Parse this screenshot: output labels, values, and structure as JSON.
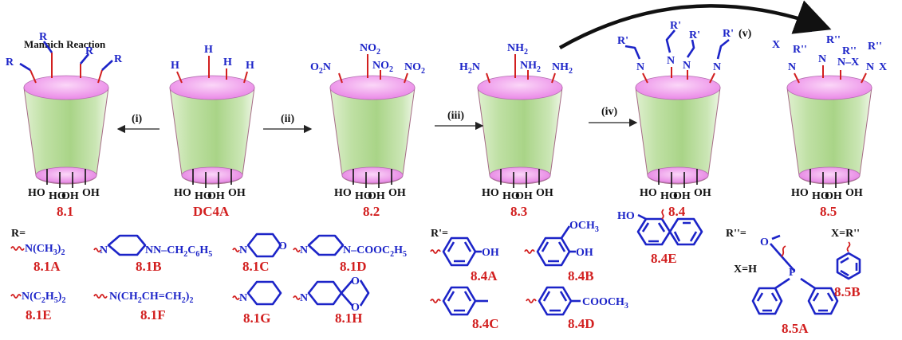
{
  "title": "Mannich Reaction",
  "steps": [
    "(i)",
    "(ii)",
    "(iii)",
    "(iv)",
    "(v)"
  ],
  "compounds": {
    "c81": "8.1",
    "dc4a": "DC4A",
    "c82": "8.2",
    "c83": "8.3",
    "c84": "8.4",
    "c85": "8.5"
  },
  "groups": {
    "R": "R",
    "H": "H",
    "NO2": "NO",
    "NO2sub": "2",
    "O2N": "O",
    "O2Nsub": "2",
    "N": "N",
    "H2N": "H",
    "H2Nsub": "2",
    "NH2": "NH",
    "NH2sub": "2",
    "Rp": "R'",
    "Rpp": "R''",
    "X": "X",
    "HO": "HO",
    "OH": "OH",
    "NX": "N–X"
  },
  "legend": {
    "r_eq": "R=",
    "rp_eq": "R'=",
    "rpp_eq": "R''=",
    "x_eq_rpp": "X=R''",
    "x_eq_h": "X=H",
    "a81A_pre": "N(CH",
    "a81A_s1": "3",
    "a81A_post": ")",
    "a81A_s2": "2",
    "a81B_text": "N–CH",
    "a81B_s1": "2",
    "a81B_mid": "C",
    "a81B_s2": "6",
    "a81B_post": "H",
    "a81B_s3": "5",
    "a81D_text": "N–COOC",
    "a81D_s1": "2",
    "a81D_post": "H",
    "a81D_s2": "5",
    "a81E_pre": "N(C",
    "a81E_s1": "2",
    "a81E_mid": "H",
    "a81E_s2": "5",
    "a81E_post": ")",
    "a81E_s3": "2",
    "a81F_pre": "N(CH",
    "a81F_s1": "2",
    "a81F_mid": "CH=CH",
    "a81F_s2": "2",
    "a81F_post": ")",
    "a81F_s3": "2",
    "och3_pre": "OCH",
    "och3_s": "3",
    "cooch3_pre": "COOCH",
    "cooch3_s": "3",
    "atom_N": "N",
    "atom_O": "O",
    "atom_P": "P",
    "atom_OH": "OH",
    "atom_HO": "HO",
    "l81A": "8.1A",
    "l81B": "8.1B",
    "l81C": "8.1C",
    "l81D": "8.1D",
    "l81E": "8.1E",
    "l81F": "8.1F",
    "l81G": "8.1G",
    "l81H": "8.1H",
    "l84A": "8.4A",
    "l84B": "8.4B",
    "l84C": "8.4C",
    "l84D": "8.4D",
    "l84E": "8.4E",
    "l85A": "8.5A",
    "l85B": "8.5B"
  },
  "colors": {
    "label_red": "#d21f1f",
    "substituent_blue": "#1c24c8",
    "cone_green": "#c6e3ad",
    "rim_pink": "#ee8fec"
  }
}
